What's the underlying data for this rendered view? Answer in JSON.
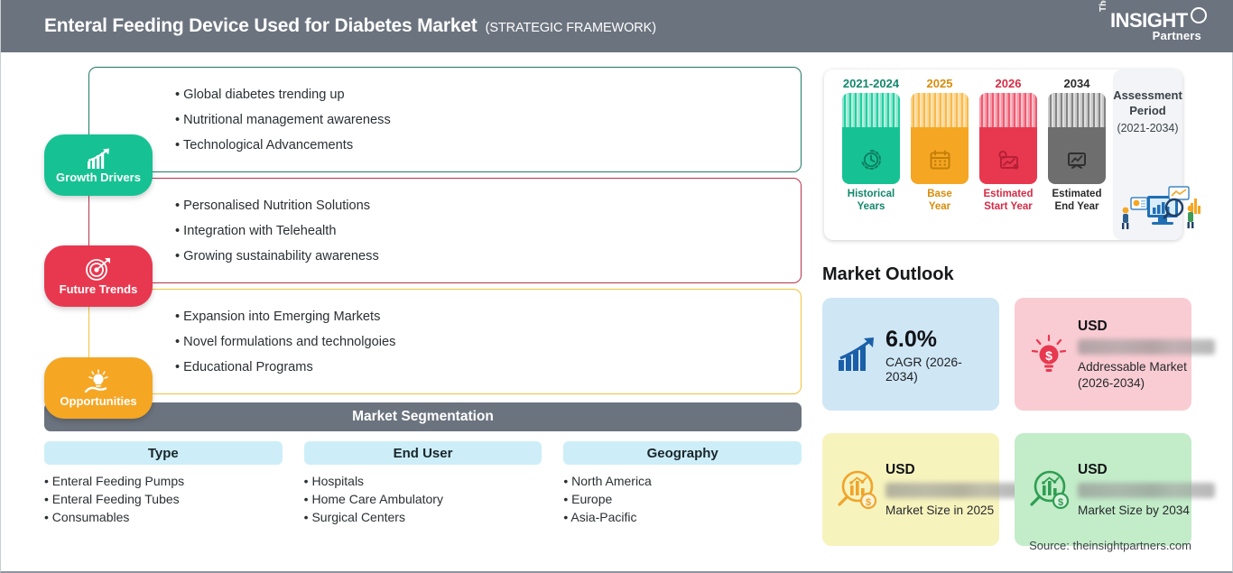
{
  "header": {
    "title": "Enteral Feeding Device Used for Diabetes Market",
    "subtitle": "(STRATEGIC FRAMEWORK)",
    "logo": {
      "the": "The",
      "insight": "INSIGHT",
      "partners": "Partners"
    },
    "bg_color": "#6b737e"
  },
  "framework": {
    "rows": [
      {
        "badge_label": "Growth Drivers",
        "icon": "bar-chart-arrow-icon",
        "color": "#16c293",
        "border_color": "#1f7a63",
        "bullets": [
          "Global diabetes trending up",
          "Nutritional management awareness",
          "Technological Advancements"
        ]
      },
      {
        "badge_label": "Future Trends",
        "icon": "target-dart-icon",
        "color": "#e8384f",
        "border_color": "#b8334a",
        "bullets": [
          "Personalised Nutrition Solutions",
          "Integration with Telehealth",
          "Growing sustainability awareness"
        ]
      },
      {
        "badge_label": "Opportunities",
        "icon": "lightbulb-hand-icon",
        "color": "#f5a623",
        "border_color": "#f0c33c",
        "bullets": [
          "Expansion into Emerging Markets",
          "Novel formulations and technolgoies",
          "Educational Programs"
        ]
      }
    ]
  },
  "segmentation": {
    "title": "Market Segmentation",
    "columns": [
      {
        "header": "Type",
        "items": [
          "Enteral Feeding Pumps",
          "Enteral Feeding Tubes",
          "Consumables"
        ]
      },
      {
        "header": "End User",
        "items": [
          "Hospitals",
          "Home Care Ambulatory",
          "Surgical Centers"
        ]
      },
      {
        "header": "Geography",
        "items": [
          "North America",
          "Europe",
          "Asia-Pacific"
        ]
      }
    ]
  },
  "timeline": {
    "bars": [
      {
        "year": "2021-2024",
        "caption_line1": "Historical",
        "caption_line2": "Years",
        "color": "#16c293",
        "stripe_color": "#8fe4cd",
        "text_color": "#13876c",
        "icon": "clock-history-icon"
      },
      {
        "year": "2025",
        "caption_line1": "Base",
        "caption_line2": "Year",
        "color": "#f5a623",
        "stripe_color": "#fbd68f",
        "text_color": "#d98c0b",
        "icon": "calendar-icon"
      },
      {
        "year": "2026",
        "caption_line1": "Estimated",
        "caption_line2": "Start Year",
        "color": "#e8384f",
        "stripe_color": "#f49aa8",
        "text_color": "#d42c45",
        "icon": "gear-chart-icon"
      },
      {
        "year": "2034",
        "caption_line1": "Estimated",
        "caption_line2": "End Year",
        "color": "#6e6e6e",
        "stripe_color": "#bdbdbd",
        "text_color": "#2b2b2b",
        "icon": "presentation-chart-icon"
      }
    ],
    "assessment": {
      "line1": "Assessment",
      "line2": "Period",
      "line3": "(2021-2034)",
      "illustration": "analytics-dashboard-illustration"
    }
  },
  "outlook": {
    "title": "Market Outlook",
    "cards": [
      {
        "kind": "cagr",
        "value": "6.0%",
        "label": "CAGR (2026-2034)",
        "icon": "bar-chart-arrow-blue-icon",
        "bg_color": "#cfe6f5"
      },
      {
        "kind": "addressable",
        "currency": "USD",
        "value_hidden": true,
        "label": "Addressable Market (2026-2034)",
        "icon": "lightbulb-dollar-icon",
        "bg_color": "#f9ccd3"
      },
      {
        "kind": "size_2025",
        "currency": "USD",
        "value_hidden": true,
        "label": "Market Size in 2025",
        "icon": "magnifier-chart-dollar-icon",
        "bg_color": "#f7f3bd"
      },
      {
        "kind": "size_2034",
        "currency": "USD",
        "value_hidden": true,
        "label": "Market Size by 2034",
        "icon": "magnifier-chart-dollar-icon",
        "bg_color": "#c3ecc9"
      }
    ]
  },
  "source": "Source: theinsightpartners.com"
}
